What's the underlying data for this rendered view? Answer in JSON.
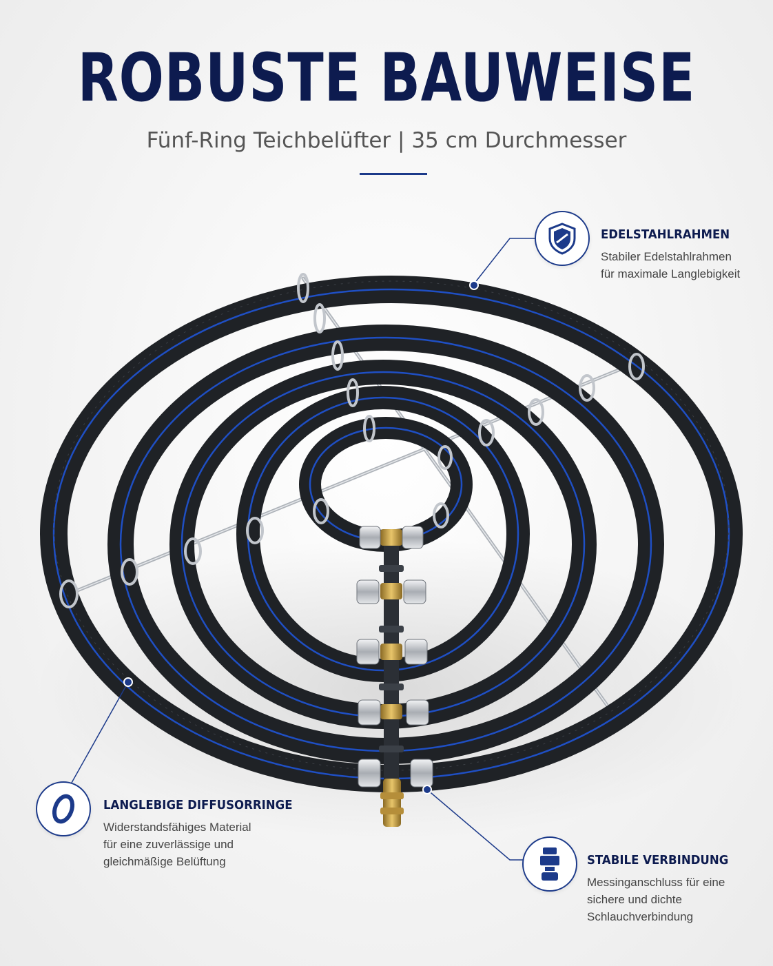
{
  "header": {
    "title": "ROBUSTE BAUWEISE",
    "subtitle": "Fünf-Ring Teichbelüfter | 35 cm Durchmesser"
  },
  "colors": {
    "navy": "#0d1b4f",
    "accent_blue": "#1c3a8a",
    "hose": "#1f2226",
    "hose_stripe": "#1f4fc4",
    "steel": "#b8bcc2",
    "brass": "#c9a24a"
  },
  "callouts": {
    "frame": {
      "icon": "shield-icon",
      "title": "EDELSTAHLRAHMEN",
      "lines": [
        "Stabiler Edelstahlrahmen",
        "für maximale Langlebigkeit"
      ]
    },
    "rings": {
      "icon": "ring-icon",
      "title": "LANGLEBIGE DIFFUSORRINGE",
      "lines": [
        "Widerstandsfähiges Material",
        "für eine zuverlässige und",
        "gleichmäßige Belüftung"
      ]
    },
    "connection": {
      "icon": "connector-icon",
      "title": "STABILE VERBINDUNG",
      "lines": [
        "Messinganschluss für eine",
        "sichere und dichte",
        "Schlauchverbindung"
      ]
    }
  }
}
